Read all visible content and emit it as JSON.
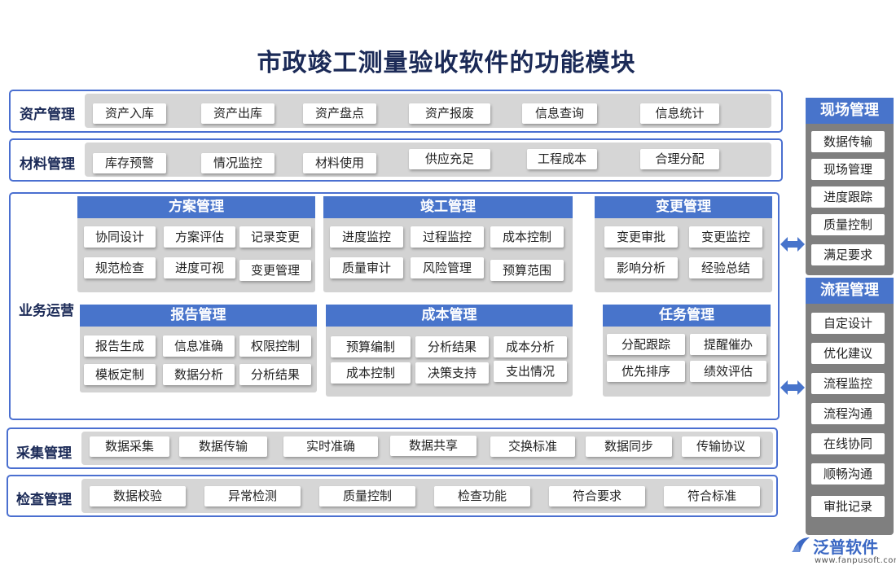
{
  "title": "市政竣工测量验收软件的功能模块",
  "rows": {
    "asset": {
      "label": "资产管理",
      "items": [
        "资产入库",
        "资产出库",
        "资产盘点",
        "资产报废",
        "信息查询",
        "信息统计"
      ]
    },
    "material": {
      "label": "材料管理",
      "items": [
        "库存预警",
        "情况监控",
        "材料使用",
        "供应充足",
        "工程成本",
        "合理分配"
      ]
    },
    "collect": {
      "label": "采集管理",
      "items": [
        "数据采集",
        "数据传输",
        "实时准确",
        "数据共享",
        "交换标准",
        "数据同步",
        "传输协议"
      ]
    },
    "inspect": {
      "label": "检查管理",
      "items": [
        "数据校验",
        "异常检测",
        "质量控制",
        "检查功能",
        "符合要求",
        "符合标准"
      ]
    }
  },
  "business": {
    "label": "业务运营",
    "cards": {
      "plan": {
        "title": "方案管理",
        "items": [
          "协同设计",
          "方案评估",
          "记录变更",
          "规范检查",
          "进度可视",
          "变更管理"
        ]
      },
      "completion": {
        "title": "竣工管理",
        "items": [
          "进度监控",
          "过程监控",
          "成本控制",
          "质量审计",
          "风险管理",
          "预算范围"
        ]
      },
      "change": {
        "title": "变更管理",
        "items": [
          "变更审批",
          "变更监控",
          "影响分析",
          "经验总结"
        ]
      },
      "report": {
        "title": "报告管理",
        "items": [
          "报告生成",
          "信息准确",
          "权限控制",
          "模板定制",
          "数据分析",
          "分析结果"
        ]
      },
      "cost": {
        "title": "成本管理",
        "items": [
          "预算编制",
          "分析结果",
          "成本分析",
          "成本控制",
          "决策支持",
          "支出情况"
        ]
      },
      "task": {
        "title": "任务管理",
        "items": [
          "分配跟踪",
          "提醒催办",
          "优先排序",
          "绩效评估"
        ]
      }
    }
  },
  "side": {
    "site": {
      "title": "现场管理",
      "items": [
        "数据传输",
        "现场管理",
        "进度跟踪",
        "质量控制",
        "满足要求"
      ]
    },
    "process": {
      "title": "流程管理",
      "items": [
        "自定设计",
        "优化建议",
        "流程监控",
        "流程沟通",
        "在线协同",
        "顺畅沟通",
        "审批记录"
      ]
    }
  },
  "logo": {
    "name": "泛普软件",
    "url": "www.fanpusoft.com"
  },
  "colors": {
    "accent": "#4874cb",
    "frame": "#4a6fd0",
    "panel": "#d6d6d6",
    "side": "#7f7f7f",
    "title": "#1b2a57"
  }
}
